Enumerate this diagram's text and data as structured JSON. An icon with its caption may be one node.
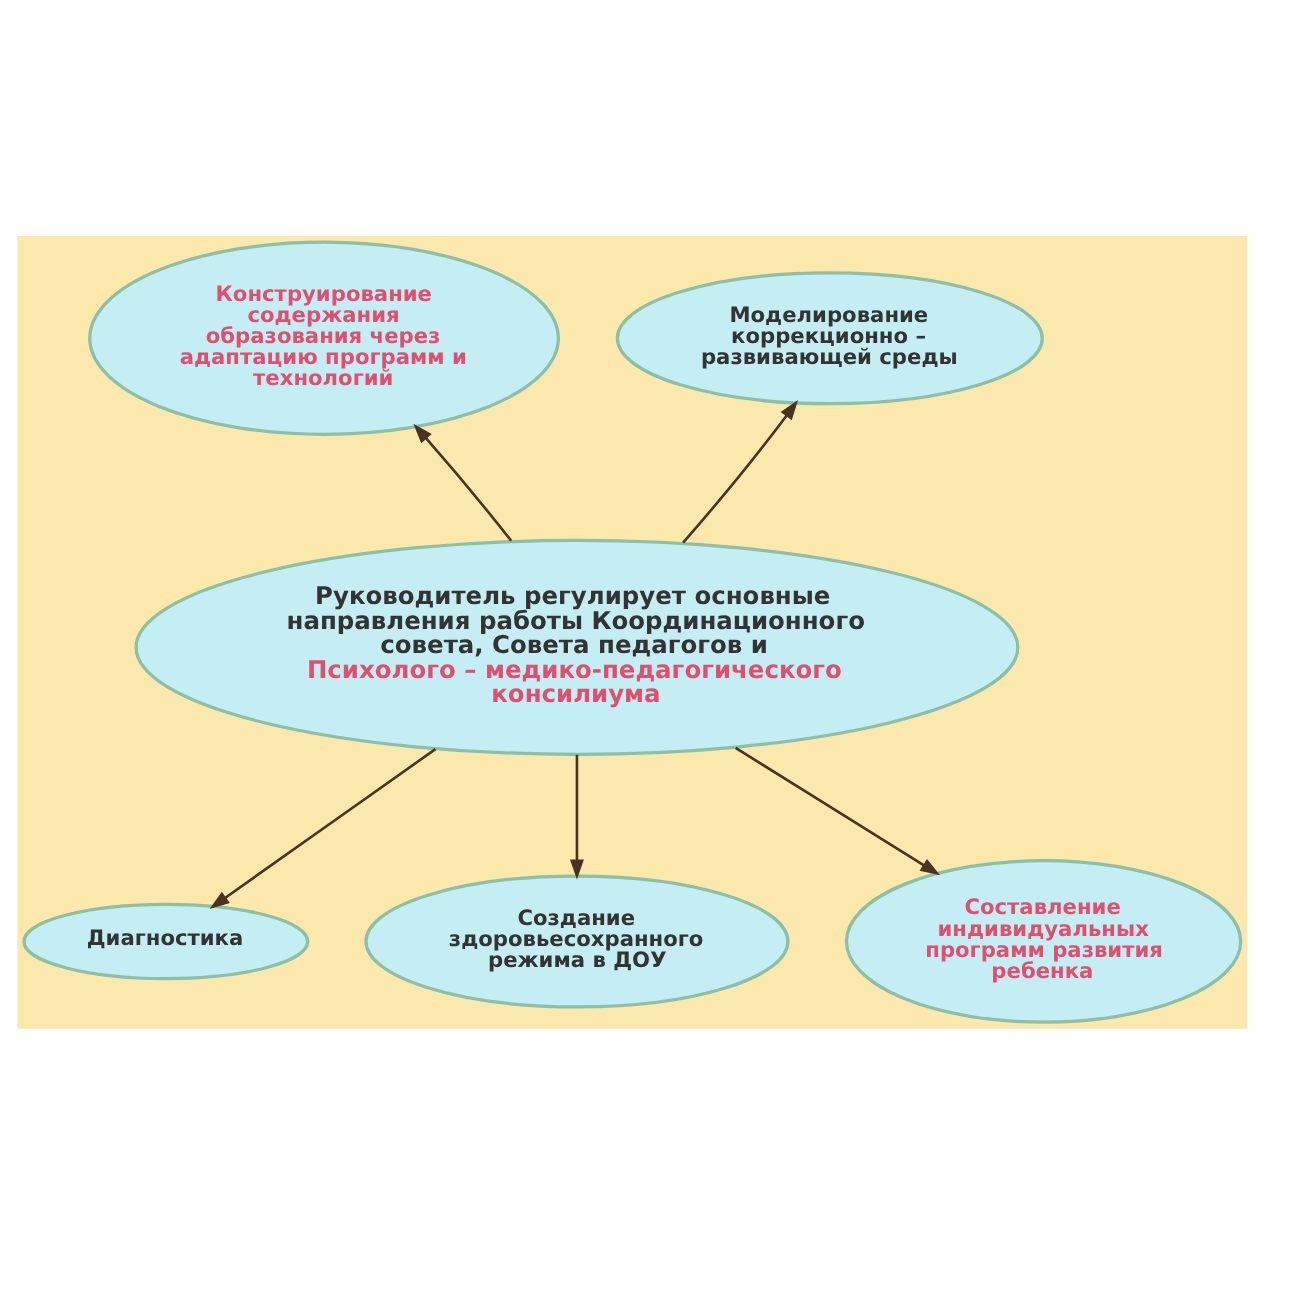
{
  "diagram": {
    "nodes": [
      {
        "text": [
          "Конструирование содержания образования через адаптацию программ и технологий"
        ]
      },
      {
        "text": [
          "Моделирование коррекционно – развивающей среды"
        ]
      },
      {
        "text": [
          "Руководитель регулирует основные направления работы Координационного совета, Совета педагогов и",
          "Психолого – медико-педагогического консилиума"
        ]
      },
      {
        "text": [
          "Диагностика"
        ]
      },
      {
        "text": [
          "Создание здоровьесохранного режима в ДОУ"
        ]
      },
      {
        "text": [
          "Составление индивидуальных программ развития ребенка"
        ]
      }
    ],
    "edges": [
      {
        "from": 2,
        "to": 0,
        "arrow": "to"
      },
      {
        "from": 2,
        "to": 1,
        "arrow": "to"
      },
      {
        "from": 2,
        "to": 3,
        "arrow": "to"
      },
      {
        "from": 2,
        "to": 4,
        "arrow": "to"
      },
      {
        "from": 2,
        "to": 5,
        "arrow": "to"
      }
    ]
  }
}
